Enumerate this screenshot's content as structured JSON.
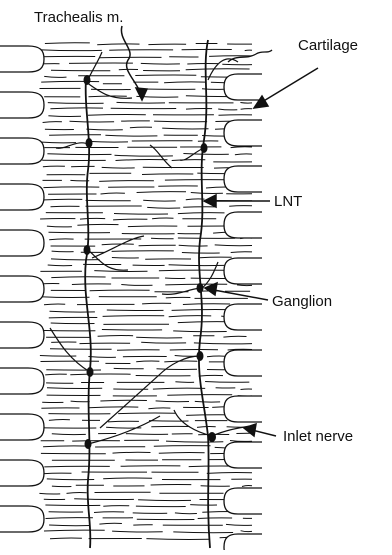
{
  "labels": {
    "trachealis": "Trachealis m.",
    "cartilage": "Cartilage",
    "lnt": "LNT",
    "ganglion": "Ganglion",
    "inlet_nerve": "Inlet nerve"
  },
  "colors": {
    "ink": "#111111",
    "background": "#ffffff"
  }
}
